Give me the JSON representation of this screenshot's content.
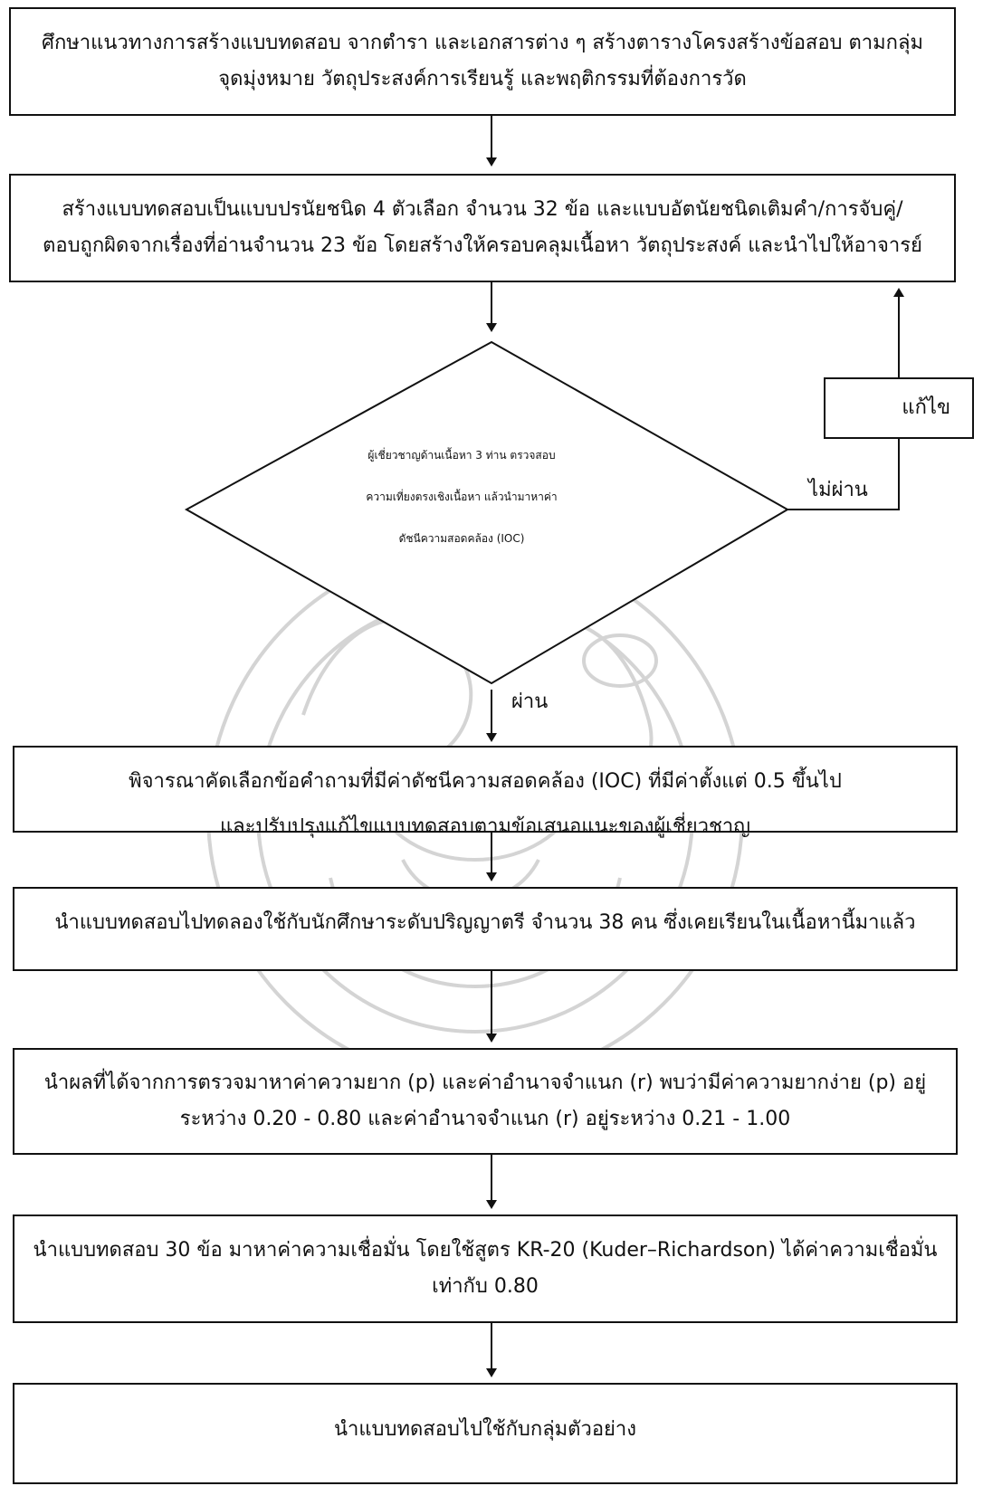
{
  "steps": [
    {
      "lines": [
        "ศึกษาแนวทางการสร้างแบบทดสอบ จากตำรา และเอกสารต่าง ๆ สร้างตารางโครงสร้างข้อสอบ ตามกลุ่ม",
        "จุดมุ่งหมาย วัตถุประสงค์การเรียนรู้ และพฤติกรรมที่ต้องการวัด"
      ]
    },
    {
      "lines": [
        "สร้างแบบทดสอบเป็นแบบปรนัยชนิด 4 ตัวเลือก จำนวน 32 ข้อ และแบบอัตนัยชนิดเติมคำ/การจับคู่/",
        "ตอบถูกผิดจากเรื่องที่อ่านจำนวน 23 ข้อ โดยสร้างให้ครอบคลุมเนื้อหา วัตถุประสงค์ และนำไปให้อาจารย์"
      ]
    },
    {
      "lines": [
        "พิจารณาคัดเลือกข้อคำถามที่มีค่าดัชนีความสอดคล้อง (IOC) ที่มีค่าตั้งแต่ 0.5 ขึ้นไป",
        "และปรับปรุงแก้ไขแบบทดสอบตามข้อเสนอแนะของผู้เชี่ยวชาญ"
      ]
    },
    {
      "lines": [
        "นำแบบทดสอบไปทดลองใช้กับนักศึกษาระดับปริญญาตรี จำนวน 38 คน ซึ่งเคยเรียนในเนื้อหานี้มาแล้ว"
      ]
    },
    {
      "lines": [
        "นำผลที่ได้จากการตรวจมาหาค่าความยาก (p) และค่าอำนาจจำแนก (r) พบว่ามีค่าความยากง่าย (p) อยู่",
        "ระหว่าง 0.20 - 0.80 และค่าอำนาจจำแนก (r) อยู่ระหว่าง 0.21 - 1.00"
      ]
    },
    {
      "lines": [
        "นำแบบทดสอบ 30 ข้อ มาหาค่าความเชื่อมั่น โดยใช้สูตร KR-20 (Kuder–Richardson) ได้ค่าความเชื่อมั่น",
        "เท่ากับ 0.80"
      ]
    },
    {
      "lines": [
        "นำแบบทดสอบไปใช้กับกลุ่มตัวอย่าง"
      ]
    }
  ],
  "decision": {
    "lines": [
      "ผู้เชี่ยวชาญด้านเนื้อหา 3 ท่าน ตรวจสอบ",
      "ความเที่ยงตรงเชิงเนื้อหา แล้วนำมาหาค่า",
      "ดัชนีความสอดคล้อง (IOC)"
    ],
    "fail_label": "ไม่ผ่าน",
    "pass_label": "ผ่าน"
  },
  "revise_box": {
    "label": "แก้ไข"
  }
}
